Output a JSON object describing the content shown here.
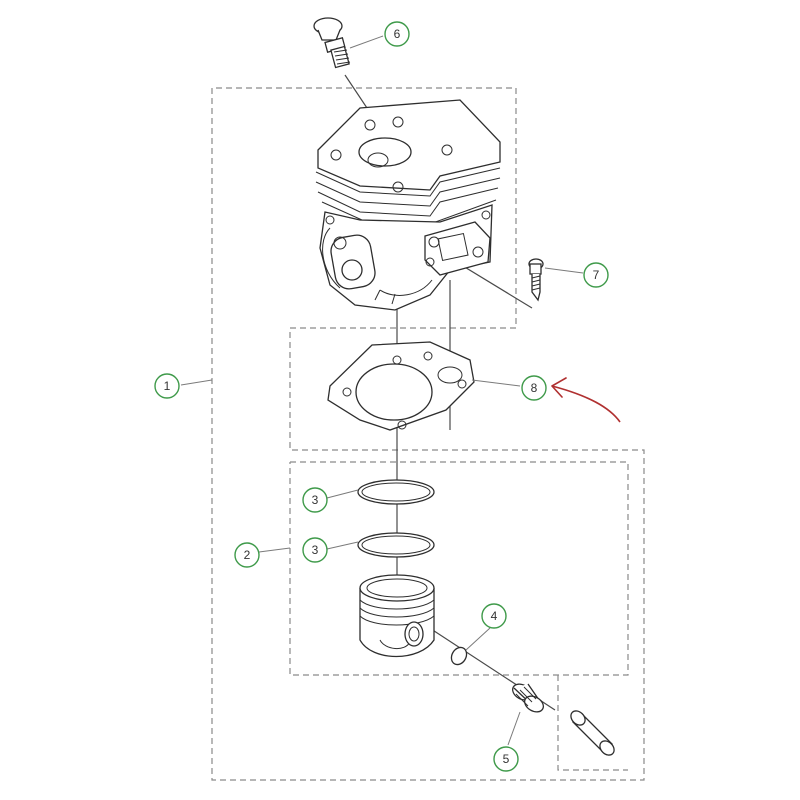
{
  "diagram": {
    "colors": {
      "callout_stroke": "#3f9a4a",
      "arrow": "#b03030"
    },
    "callouts": [
      {
        "id": "1",
        "label": "1"
      },
      {
        "id": "2",
        "label": "2"
      },
      {
        "id": "3a",
        "label": "3"
      },
      {
        "id": "3b",
        "label": "3"
      },
      {
        "id": "4",
        "label": "4"
      },
      {
        "id": "5",
        "label": "5"
      },
      {
        "id": "6",
        "label": "6"
      },
      {
        "id": "7",
        "label": "7"
      },
      {
        "id": "8",
        "label": "8"
      }
    ]
  }
}
